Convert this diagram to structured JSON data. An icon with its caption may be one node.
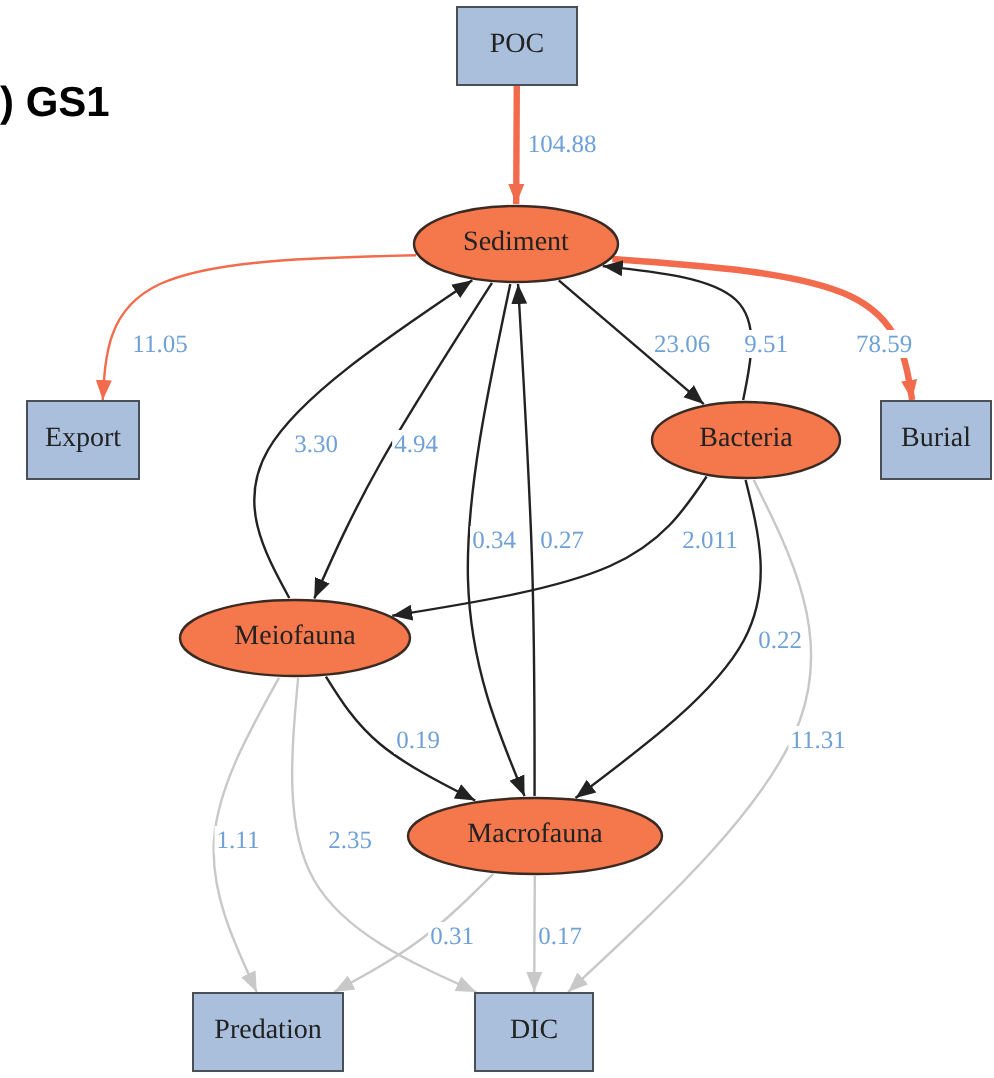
{
  "diagram": {
    "title": ") GS1",
    "nodes": [
      {
        "text": [
          "POC"
        ]
      },
      {
        "text": [
          "Sediment"
        ]
      },
      {
        "text": [
          "Export"
        ]
      },
      {
        "text": [
          "Bacteria"
        ]
      },
      {
        "text": [
          "Burial"
        ]
      },
      {
        "text": [
          "Meiofauna"
        ]
      },
      {
        "text": [
          "Macrofauna"
        ]
      },
      {
        "text": [
          "Predation"
        ]
      },
      {
        "text": [
          "DIC"
        ]
      }
    ],
    "edges": [
      {
        "from": 0,
        "to": 1,
        "arrow": "to",
        "label": "104.88",
        "color": "#f26b4c",
        "style": "thick"
      },
      {
        "from": 1,
        "to": 2,
        "arrow": "to",
        "label": "11.05",
        "color": "#f26b4c"
      },
      {
        "from": 1,
        "to": 4,
        "arrow": "to",
        "label": "78.59",
        "color": "#f26b4c",
        "style": "thick"
      },
      {
        "from": 1,
        "to": 3,
        "arrow": "to",
        "label": "23.06"
      },
      {
        "from": 3,
        "to": 1,
        "arrow": "to",
        "label": "9.51"
      },
      {
        "from": 5,
        "to": 1,
        "arrow": "to",
        "label": "3.30"
      },
      {
        "from": 1,
        "to": 5,
        "arrow": "to",
        "label": "4.94"
      },
      {
        "from": 1,
        "to": 6,
        "arrow": "to",
        "label": "0.34"
      },
      {
        "from": 6,
        "to": 1,
        "arrow": "to",
        "label": "0.27"
      },
      {
        "from": 3,
        "to": 5,
        "arrow": "to",
        "label": "2.011"
      },
      {
        "from": 3,
        "to": 6,
        "arrow": "to",
        "label": "0.22"
      },
      {
        "from": 5,
        "to": 6,
        "arrow": "to",
        "label": "0.19"
      },
      {
        "from": 5,
        "to": 7,
        "arrow": "to",
        "label": "1.11",
        "color": "#c8c8c8"
      },
      {
        "from": 5,
        "to": 8,
        "arrow": "to",
        "label": "2.35",
        "color": "#c8c8c8"
      },
      {
        "from": 6,
        "to": 7,
        "arrow": "to",
        "label": "0.31",
        "color": "#c8c8c8"
      },
      {
        "from": 6,
        "to": 8,
        "arrow": "to",
        "label": "0.17",
        "color": "#c8c8c8"
      },
      {
        "from": 3,
        "to": 8,
        "arrow": "to",
        "label": "11.31",
        "color": "#c8c8c8"
      }
    ]
  }
}
